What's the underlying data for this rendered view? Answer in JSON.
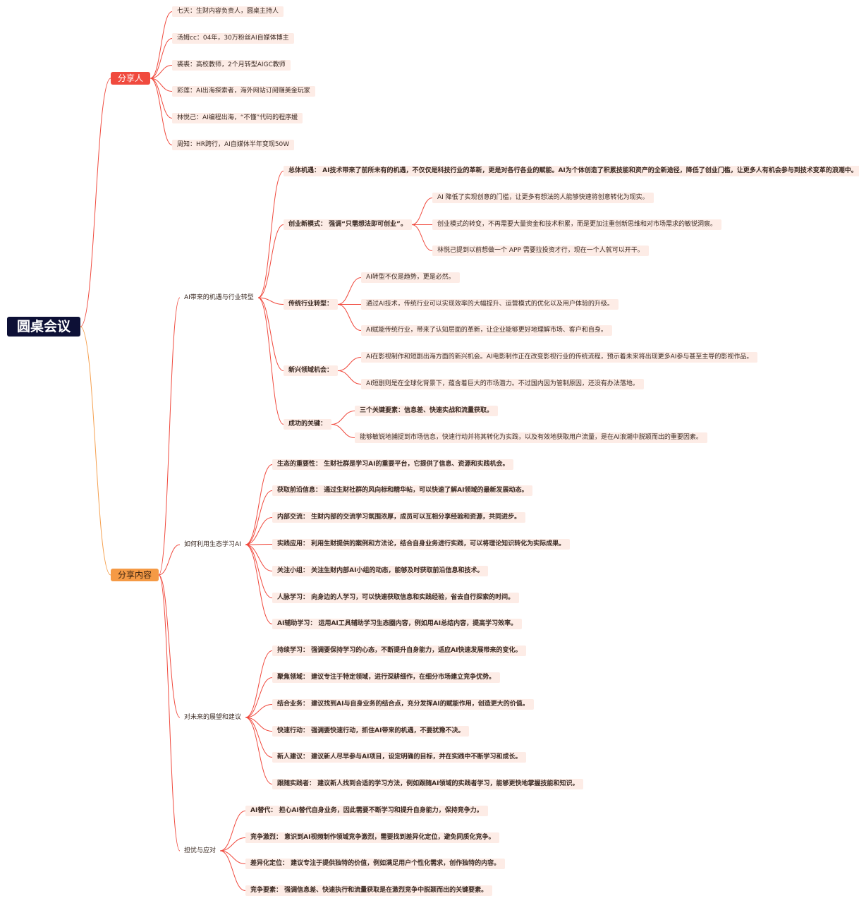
{
  "root": {
    "title": "圆桌会议"
  },
  "colors": {
    "line_red": "#f04a3e",
    "line_orange": "#f5a04f",
    "root_bg": "#0d1036",
    "leaf_bg": "#fdece6"
  },
  "sharers": {
    "label": "分享人",
    "items": [
      "七天：生财内容负责人，圆桌主持人",
      "汤姆cc：04年，30万粉丝AI自媒体博主",
      "裘裘：高校教师，2个月转型AIGC教师",
      "彩莲：AI出海探索者，海外网站订阅赚美金玩家",
      "林悦己：AI编程出海，“不懂”代码的程序媛",
      "周知：HR跨行，AI自媒体半年变现50W"
    ]
  },
  "content": {
    "label": "分享内容",
    "opportunity": {
      "label": "AI带来的机遇与行业转型",
      "overall": "总体机遇： AI技术带来了前所未有的机遇，不仅仅是科技行业的革新，更是对各行各业的赋能。AI为个体创造了积累技能和资产的全新途径，降低了创业门槛，让更多人有机会参与到技术变革的浪潮中。",
      "startup": {
        "label": "创业新模式： 强调“只需想法即可创业”。",
        "items": [
          "AI 降低了实现创意的门槛，让更多有想法的人能够快速将创意转化为现实。",
          "创业模式的转变，不再需要大量资金和技术积累，而是更加注重创新思维和对市场需求的敏锐洞察。",
          "林悦己提到以前想做一个 APP 需要拉投资才行，现在一个人就可以开干。"
        ]
      },
      "traditional": {
        "label": "传统行业转型：",
        "items": [
          "AI转型不仅是趋势，更是必然。",
          "通过AI技术，传统行业可以实现效率的大幅提升、运营模式的优化以及用户体验的升级。",
          "AI赋能传统行业，带来了认知层面的革新，让企业能够更好地理解市场、客户和自身。"
        ]
      },
      "newfield": {
        "label": "新兴领域机会：",
        "items": [
          "AI在影视制作和短剧出海方面的新兴机会。AI电影制作正在改变影视行业的传统流程，预示着未来将出现更多AI参与甚至主导的影视作品。",
          "AI短剧则是在全球化背景下，蕴含着巨大的市场潜力。不过国内因为管制原因，还没有办法落地。"
        ]
      },
      "success": {
        "label": "成功的关键：",
        "items": [
          "三个关键要素：信息差、快速实战和流量获取。",
          "能够敏锐地捕捉到市场信息，快速行动并将其转化为实践，以及有效地获取用户流量，是在AI浪潮中脱颖而出的重要因素。"
        ]
      }
    },
    "ecosystem": {
      "label": "如何利用生态学习AI",
      "items": [
        "生态的重要性： 生财社群是学习AI的重要平台，它提供了信息、资源和实践机会。",
        "获取前沿信息： 通过生财社群的风向标和精华帖，可以快速了解AI领域的最新发展动态。",
        "内部交流： 生财内部的交流学习氛围浓厚，成员可以互相分享经验和资源，共同进步。",
        "实践应用： 利用生财提供的案例和方法论，结合自身业务进行实践，可以将理论知识转化为实际成果。",
        "关注小组： 关注生财内部AI小组的动态，能够及时获取前沿信息和技术。",
        "人脉学习： 向身边的人学习，可以快速获取信息和实践经验，省去自行探索的时间。",
        "AI辅助学习： 运用AI工具辅助学习生态圈内容，例如用AI总结内容，提高学习效率。"
      ]
    },
    "future": {
      "label": "对未来的展望和建议",
      "items": [
        "持续学习： 强调要保持学习的心态，不断提升自身能力，适应AI快速发展带来的变化。",
        "聚焦领域： 建议专注于特定领域，进行深耕细作，在细分市场建立竞争优势。",
        "结合业务： 建议找到AI与自身业务的结合点，充分发挥AI的赋能作用，创造更大的价值。",
        "快速行动： 强调要快速行动，抓住AI带来的机遇，不要犹豫不决。",
        "新人建议： 建议新人尽早参与AI项目，设定明确的目标，并在实践中不断学习和成长。",
        "跟随实践者： 建议新人找到合适的学习方法，例如跟随AI领域的实践者学习，能够更快地掌握技能和知识。"
      ]
    },
    "worries": {
      "label": "担忧与应对",
      "items": [
        "AI替代： 担心AI替代自身业务，因此需要不断学习和提升自身能力，保持竞争力。",
        "竞争激烈： 意识到AI视频制作领域竞争激烈，需要找到差异化定位，避免同质化竞争。",
        "差异化定位： 建议专注于提供独特的价值，例如满足用户个性化需求，创作独特的内容。",
        "竞争要素： 强调信息差、快速执行和流量获取是在激烈竞争中脱颖而出的关键要素。"
      ]
    }
  }
}
